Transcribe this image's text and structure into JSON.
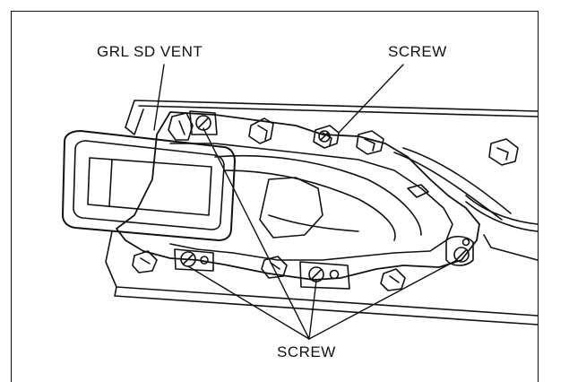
{
  "labels": {
    "grl_sd_vent": "GRL SD VENT",
    "screw_top": "SCREW",
    "screw_bottom": "SCREW"
  },
  "colors": {
    "line": "#111111",
    "background": "#ffffff"
  }
}
